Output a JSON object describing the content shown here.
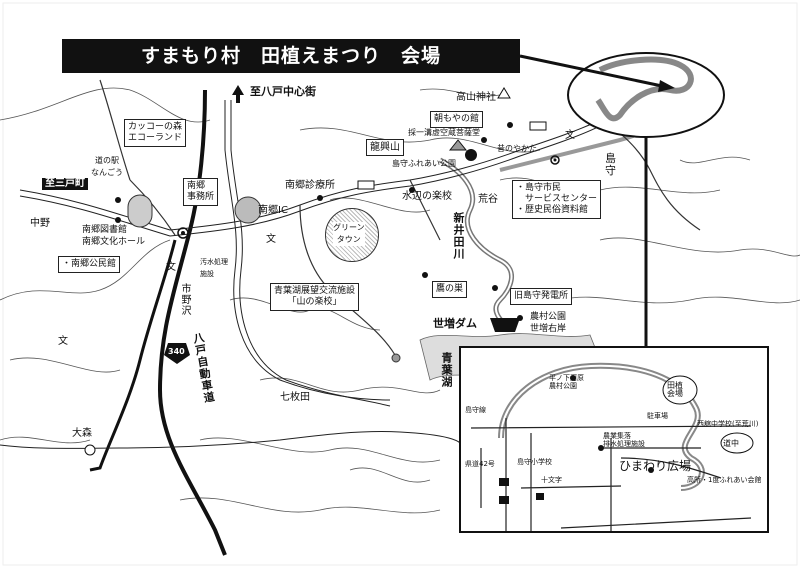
{
  "title": "すまもり村　田植えまつり　会場",
  "labels": {
    "hachinohe": "至八戸中心街",
    "sannohe": "至三戸町",
    "takayama": "高山神社",
    "asamoya": "朝もやの館",
    "saikou": "採一溝虚空蔵菩薩堂",
    "ryukozan": "龍興山",
    "fureai": "島守ふれあい公園",
    "nobori": "昔のやかた",
    "kappo": "カッコーの森\nエコーランド",
    "michinoeki": "道の駅\nなんごう",
    "nango_office": "南郷\n事務所",
    "nango_ic": "南郷IC",
    "clinic": "南郷診療所",
    "green_town": "グリーン\nタウン",
    "mizube": "水辺の楽校",
    "nakano": "中野",
    "library": "南郷図書館\n南郷文化ホール",
    "kominkan": "・南郷公民館",
    "osui": "汚水処理\n施設",
    "ichinosawa": "市野沢",
    "aoba_facility": "青葉湖展望交流施設\n「山の楽校」",
    "takanosu": "鷹の巣",
    "old_plant": "旧島守発電所",
    "dam": "世増ダム",
    "nouzai_park": "農村公園\n世増右岸",
    "nanamaita": "七枚田",
    "omori": "大森",
    "shimamori": "島\n守",
    "araya": "荒谷",
    "shimamori_center": "・島守市民\n　サービスセンター\n・歴史民俗資料館",
    "shingou_river": "新井田川",
    "aoba_lake": "青葉湖",
    "hakkoda_road": "八戸自動車道",
    "route_340": "340",
    "bun1": "文",
    "bun2": "文",
    "bun3": "文",
    "bun4": "文"
  },
  "inset": {
    "hinomaki": "平ノ下河原\n農村公園",
    "kaijo": "田植\n会場",
    "parking": "駐車場",
    "himawari": "ひまわり広場",
    "nouson": "農業集落\n排水処理施設",
    "road_sign": "西舘中学校(至荒川)",
    "gohansho": "高所・1度ふれあい会館",
    "ring_label": "道中",
    "side1": "島守線",
    "side2": "県道42号",
    "side3": "島守小学校",
    "side4": "十文字"
  }
}
